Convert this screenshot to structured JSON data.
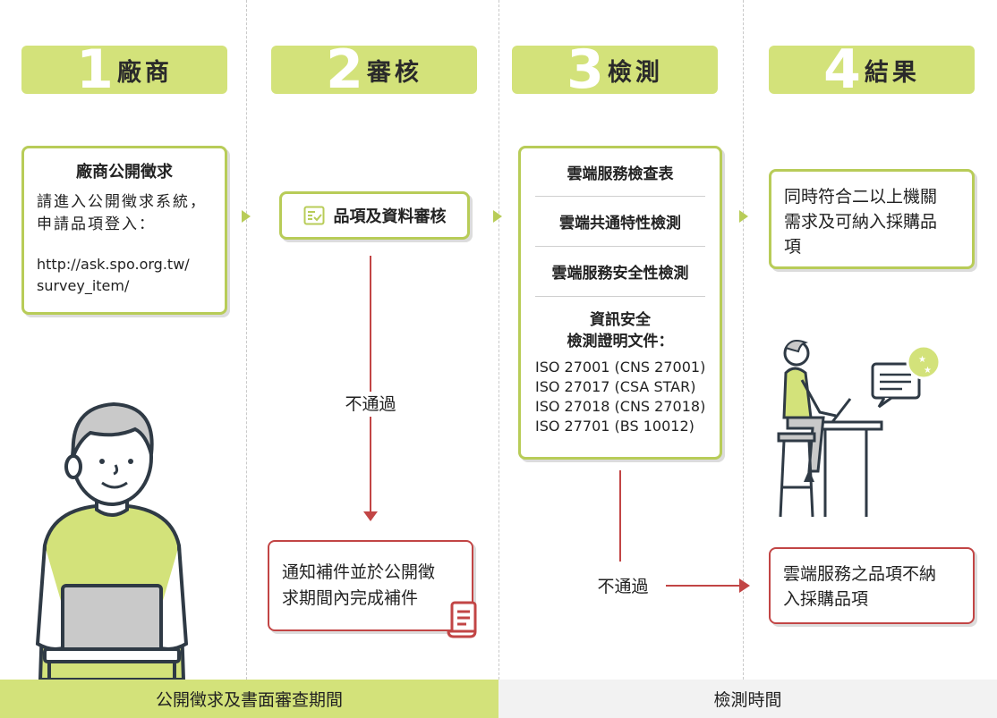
{
  "stages": [
    {
      "num": "1",
      "label": "廠商"
    },
    {
      "num": "2",
      "label": "審核"
    },
    {
      "num": "3",
      "label": "檢測"
    },
    {
      "num": "4",
      "label": "結果"
    }
  ],
  "vendor_box": {
    "title": "廠商公開徵求",
    "text": "請進入公開徵求系統，申請品項登入：",
    "url_line1": "http://ask.spo.org.tw/",
    "url_line2": "survey_item/"
  },
  "review_box": {
    "label": "品項及資料審核"
  },
  "fail_label_1": "不通過",
  "notify_box": {
    "line1": "通知補件並於公開徵",
    "line2": "求期間內完成補件"
  },
  "test_box": {
    "items": [
      "雲端服務檢查表",
      "雲端共通特性檢測",
      "雲端服務安全性檢測"
    ],
    "cert_title_1": "資訊安全",
    "cert_title_2": "檢測證明文件：",
    "certs": [
      "ISO 27001 (CNS 27001)",
      "ISO 27017 (CSA STAR)",
      "ISO 27018 (CNS 27018)",
      "ISO 27701 (BS 10012)"
    ]
  },
  "fail_label_2": "不通過",
  "result_pass": {
    "line1": "同時符合二以上機關",
    "line2": "需求及可納入採購品",
    "line3": "項"
  },
  "result_fail": {
    "line1": "雲端服務之品項不納",
    "line2": "入採購品項"
  },
  "bottom": {
    "left": "公開徵求及書面審查期間",
    "right": "檢測時間"
  },
  "colors": {
    "green": "#d3e27a",
    "green_border": "#b8cc58",
    "red": "#c24545",
    "grey_bar": "#f2f2f2"
  }
}
